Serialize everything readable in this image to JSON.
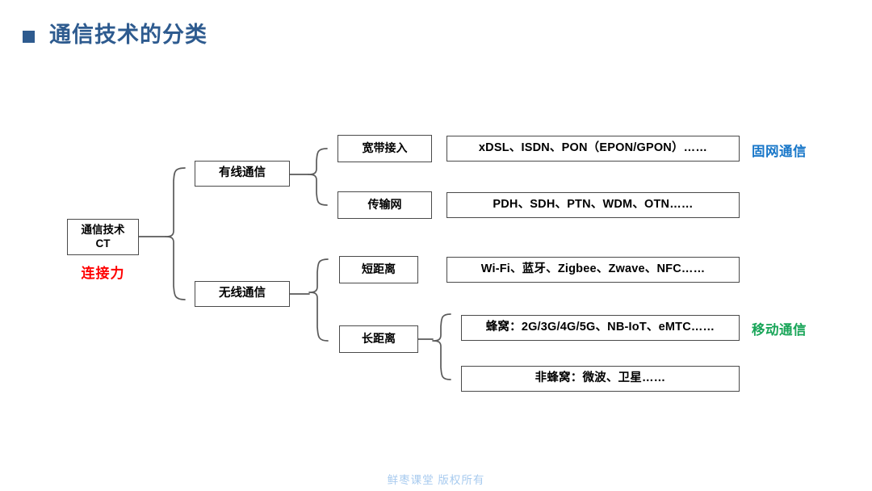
{
  "slide": {
    "title": "通信技术的分类",
    "bullet_icon": "square-bullet-icon",
    "title_color": "#2E5B8F",
    "footer": "鲜枣课堂  版权所有",
    "footer_color": "#A8CBEF"
  },
  "diagram": {
    "root": {
      "line1": "通信技术",
      "line2": "CT",
      "tagline": "连接力",
      "tagline_color": "#FF0000"
    },
    "level2": [
      {
        "label": "有线通信"
      },
      {
        "label": "无线通信"
      }
    ],
    "level3": [
      {
        "label": "宽带接入"
      },
      {
        "label": "传输网"
      },
      {
        "label": "短距离"
      },
      {
        "label": "长距离"
      }
    ],
    "leaves": [
      {
        "text": "xDSL、ISDN、PON（EPON/GPON）……"
      },
      {
        "text": "PDH、SDH、PTN、WDM、OTN……"
      },
      {
        "text": "Wi-Fi、蓝牙、Zigbee、Zwave、NFC……"
      },
      {
        "text": "蜂窝：2G/3G/4G/5G、NB-IoT、eMTC……"
      },
      {
        "text": "非蜂窝：微波、卫星……"
      }
    ],
    "side_labels": [
      {
        "text": "固网通信",
        "color": "#1877C9"
      },
      {
        "text": "移动通信",
        "color": "#18A558"
      }
    ]
  }
}
